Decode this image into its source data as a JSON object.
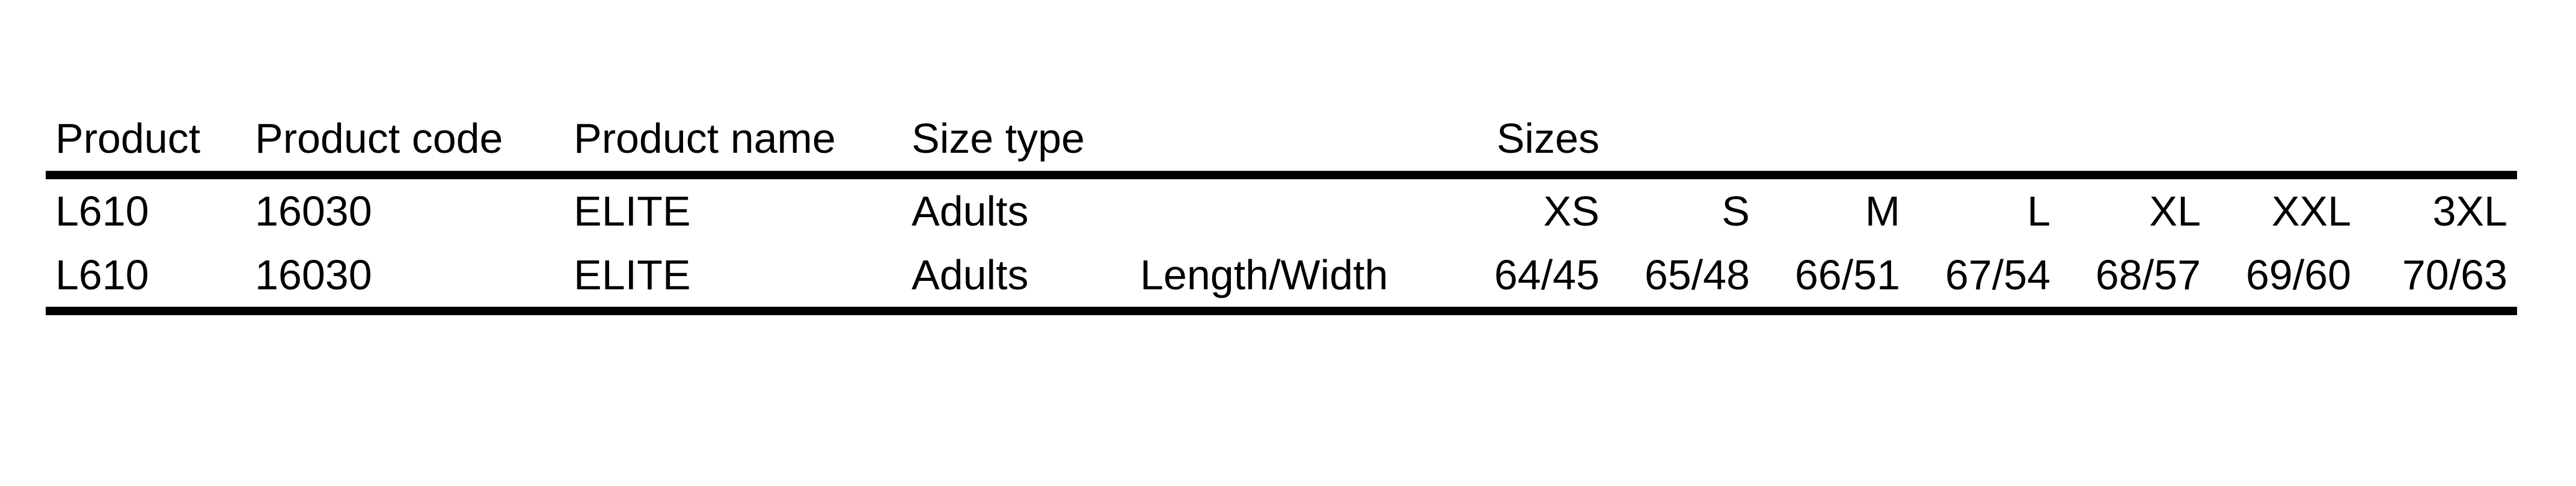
{
  "table": {
    "headers": {
      "product": "Product",
      "product_code": "Product code",
      "product_name": "Product name",
      "size_type": "Size type",
      "measure": "",
      "sizes": "Sizes"
    },
    "rows": [
      {
        "product": "L610",
        "product_code": "16030",
        "product_name": "ELITE",
        "size_type": "Adults",
        "measure": "",
        "sizes": [
          "XS",
          "S",
          "M",
          "L",
          "XL",
          "XXL",
          "3XL"
        ]
      },
      {
        "product": "L610",
        "product_code": "16030",
        "product_name": "ELITE",
        "size_type": "Adults",
        "measure": "Length/Width",
        "sizes": [
          "64/45",
          "65/48",
          "66/51",
          "67/54",
          "68/57",
          "69/60",
          "70/63"
        ]
      }
    ]
  }
}
